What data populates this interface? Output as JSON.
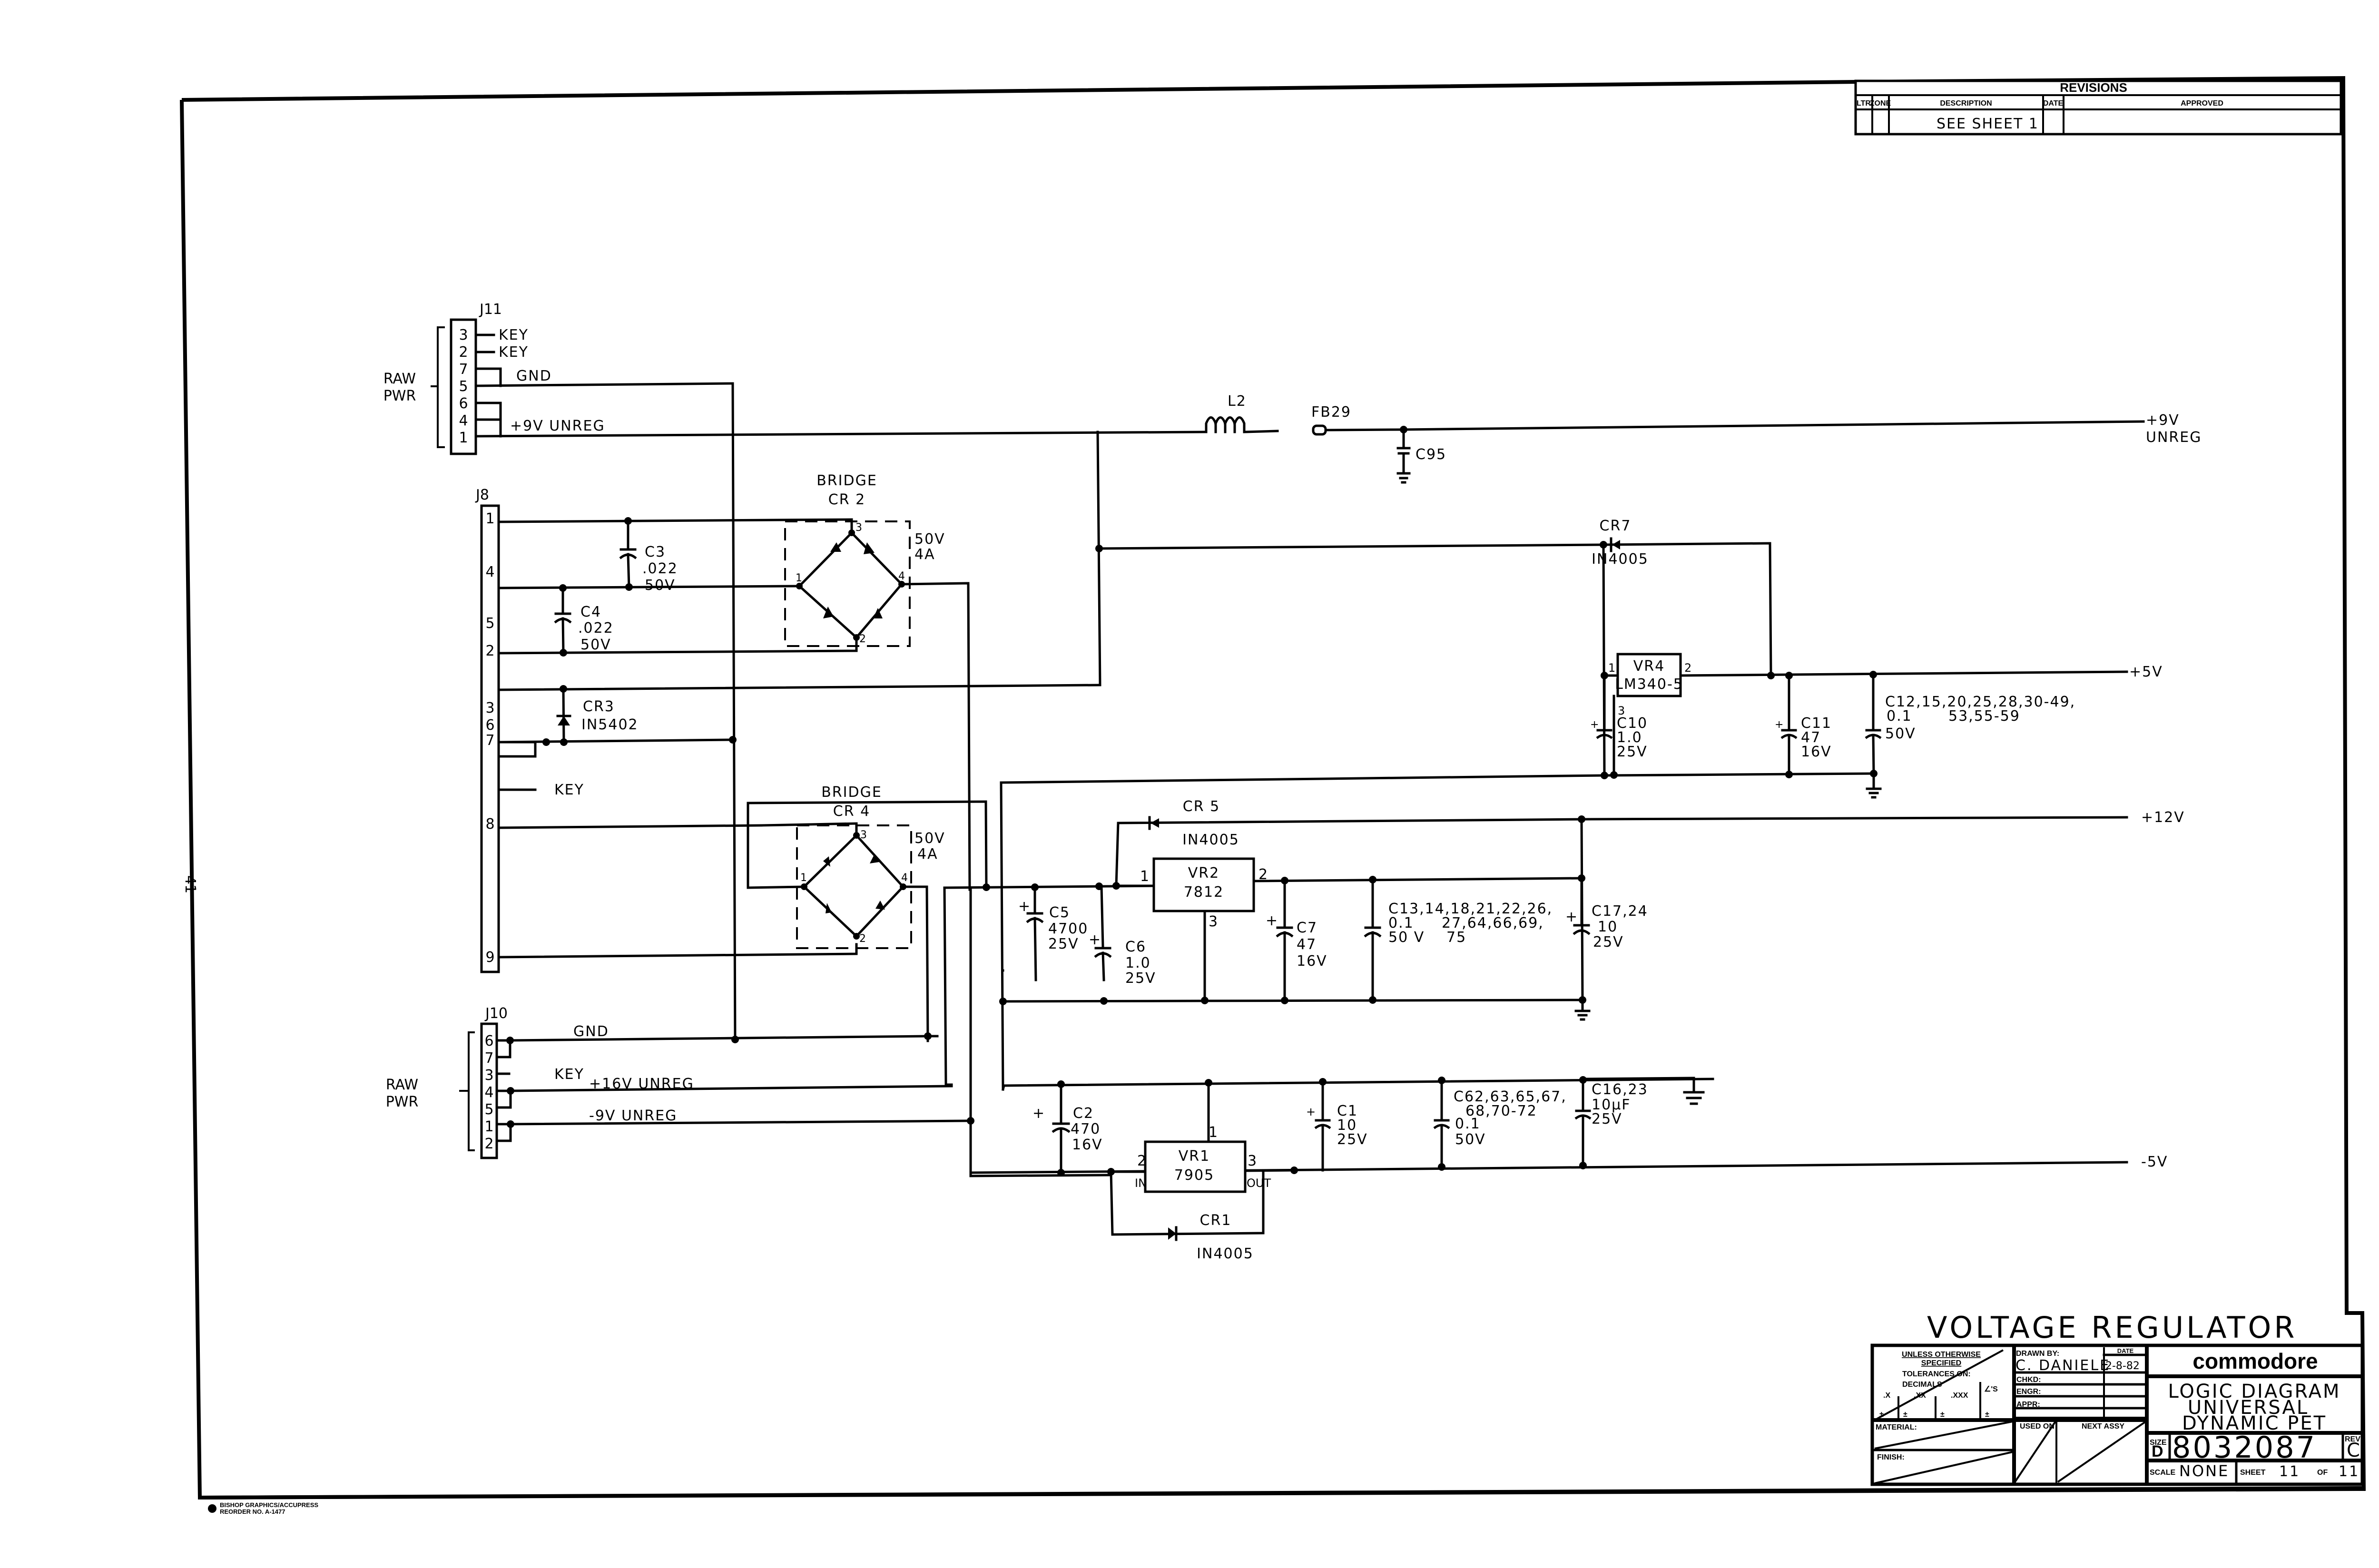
{
  "sheet": {
    "page_number_rotated": "41",
    "printer_line1": "BISHOP GRAPHICS/ACCUPRESS",
    "printer_line2": "REORDER NO. A-1477"
  },
  "revisions": {
    "title": "REVISIONS",
    "columns": [
      "LTR",
      "ZONE",
      "DESCRIPTION",
      "DATE",
      "APPROVED"
    ],
    "rows": [
      {
        "ltr": "",
        "zone": "",
        "description": "SEE SHEET 1",
        "date": "",
        "approved": ""
      }
    ]
  },
  "connectors": {
    "j11": {
      "ref": "J11",
      "group_label_1": "RAW",
      "group_label_2": "PWR",
      "pins": [
        "3",
        "2",
        "7",
        "5",
        "6",
        "4",
        "1"
      ],
      "pin_labels": {
        "key1": "KEY",
        "key2": "KEY",
        "gnd": "GND",
        "v9": "+9V UNREG"
      }
    },
    "j8": {
      "ref": "J8",
      "pins": [
        "1",
        "4",
        "5",
        "2",
        "3",
        "6",
        "7",
        "8",
        "9"
      ],
      "key_label": "KEY"
    },
    "j10": {
      "ref": "J10",
      "group_label_1": "RAW",
      "group_label_2": "PWR",
      "pins": [
        "6",
        "7",
        "3",
        "4",
        "5",
        "1",
        "2"
      ],
      "pin_labels": {
        "gnd": "GND",
        "key": "KEY",
        "v16": "+16V UNREG",
        "vneg9": "-9V UNREG"
      }
    }
  },
  "components": {
    "l2": "L2",
    "fb29": "FB29",
    "c95": "C95",
    "bridge_cr2": {
      "title": "BRIDGE",
      "ref": "CR 2",
      "rating1": "50V",
      "rating2": "4A",
      "pins": [
        "3",
        "1",
        "4",
        "2"
      ]
    },
    "bridge_cr4": {
      "title": "BRIDGE",
      "ref": "CR 4",
      "rating1": "50V",
      "rating2": "4A",
      "pins": [
        "3",
        "1",
        "4",
        "2"
      ]
    },
    "c3": {
      "ref": "C3",
      "value": ".022",
      "voltage": "50V"
    },
    "c4": {
      "ref": "C4",
      "value": ".022",
      "voltage": "50V"
    },
    "cr3": {
      "ref": "CR3",
      "part": "IN5402"
    },
    "cr7": {
      "ref": "CR7",
      "part": "IN4005"
    },
    "vr4": {
      "ref": "VR4",
      "part": "LM340-5",
      "pins": [
        "1",
        "2",
        "3"
      ]
    },
    "c10": {
      "ref": "C10",
      "value": "1.0",
      "voltage": "25V"
    },
    "c11": {
      "ref": "C11",
      "value": "47",
      "voltage": "16V"
    },
    "c12group": {
      "line1": "C12,15,20,25,28,30-49,",
      "value": "0.1",
      "line2": "53,55-59",
      "voltage": "50V"
    },
    "cr5": {
      "ref": "CR 5",
      "part": "IN4005"
    },
    "vr2": {
      "ref": "VR2",
      "part": "7812",
      "pins": [
        "1",
        "2",
        "3"
      ]
    },
    "c5": {
      "ref": "C5",
      "value": "4700",
      "voltage": "25V"
    },
    "c6": {
      "ref": "C6",
      "value": "1.0",
      "voltage": "25V"
    },
    "c7": {
      "ref": "C7",
      "value": "47",
      "voltage": "16V"
    },
    "c13group": {
      "line1": "C13,14,18,21,22,26,",
      "value": "0.1",
      "line2": "27,64,66,69,",
      "voltage": "50 V",
      "line3": "75"
    },
    "c17": {
      "ref": "C17,24",
      "value": "10",
      "voltage": "25V"
    },
    "c2": {
      "ref": "C2",
      "value": "470",
      "voltage": "16V"
    },
    "vr1": {
      "ref": "VR1",
      "part": "7905",
      "pin_in": "2",
      "pin_out": "3",
      "pin_gnd": "1",
      "in_label": "IN",
      "out_label": "OUT"
    },
    "c1": {
      "ref": "C1",
      "value": "10",
      "voltage": "25V"
    },
    "c62group": {
      "line1": "C62,63,65,67,",
      "line2": "68,70-72",
      "value": "0.1",
      "voltage": "50V"
    },
    "c16": {
      "ref": "C16,23",
      "value": "10µF",
      "voltage": "25V"
    },
    "cr1": {
      "ref": "CR1",
      "part": "IN4005"
    }
  },
  "outputs": {
    "v9_line1": "+9V",
    "v9_line2": "UNREG",
    "v5": "+5V",
    "v12": "+12V",
    "vneg5": "-5V"
  },
  "title_block": {
    "drawing_title": "VOLTAGE REGULATOR",
    "tolerance_header_1": "UNLESS OTHERWISE",
    "tolerance_header_2": "SPECIFIED",
    "tolerances_on": "TOLERANCES ON:",
    "decimals": "DECIMALS",
    "tol_cols": [
      ".X",
      ".XX",
      ".XXX",
      "∠'S"
    ],
    "tol_pm": "±",
    "material_label": "MATERIAL:",
    "finish_label": "FINISH:",
    "drawn_by_label": "DRAWN BY:",
    "drawn_by": "C. DANIELE",
    "date_label": "DATE",
    "date": "2-8-82",
    "chkd_label": "CHKD:",
    "engr_label": "ENGR:",
    "appr_label": "APPR:",
    "used_on_label": "USED ON",
    "next_assy_label": "NEXT ASSY",
    "company": "commodore",
    "desc_line1": "LOGIC DIAGRAM",
    "desc_line2": "UNIVERSAL",
    "desc_line3": "DYNAMIC PET",
    "size_label": "SIZE",
    "size": "D",
    "drawing_number": "8032087",
    "rev_label": "REV",
    "rev": "C",
    "scale_label": "SCALE",
    "scale": "NONE",
    "sheet_label": "SHEET",
    "sheet": "11",
    "of_label": "OF",
    "of": "11"
  }
}
